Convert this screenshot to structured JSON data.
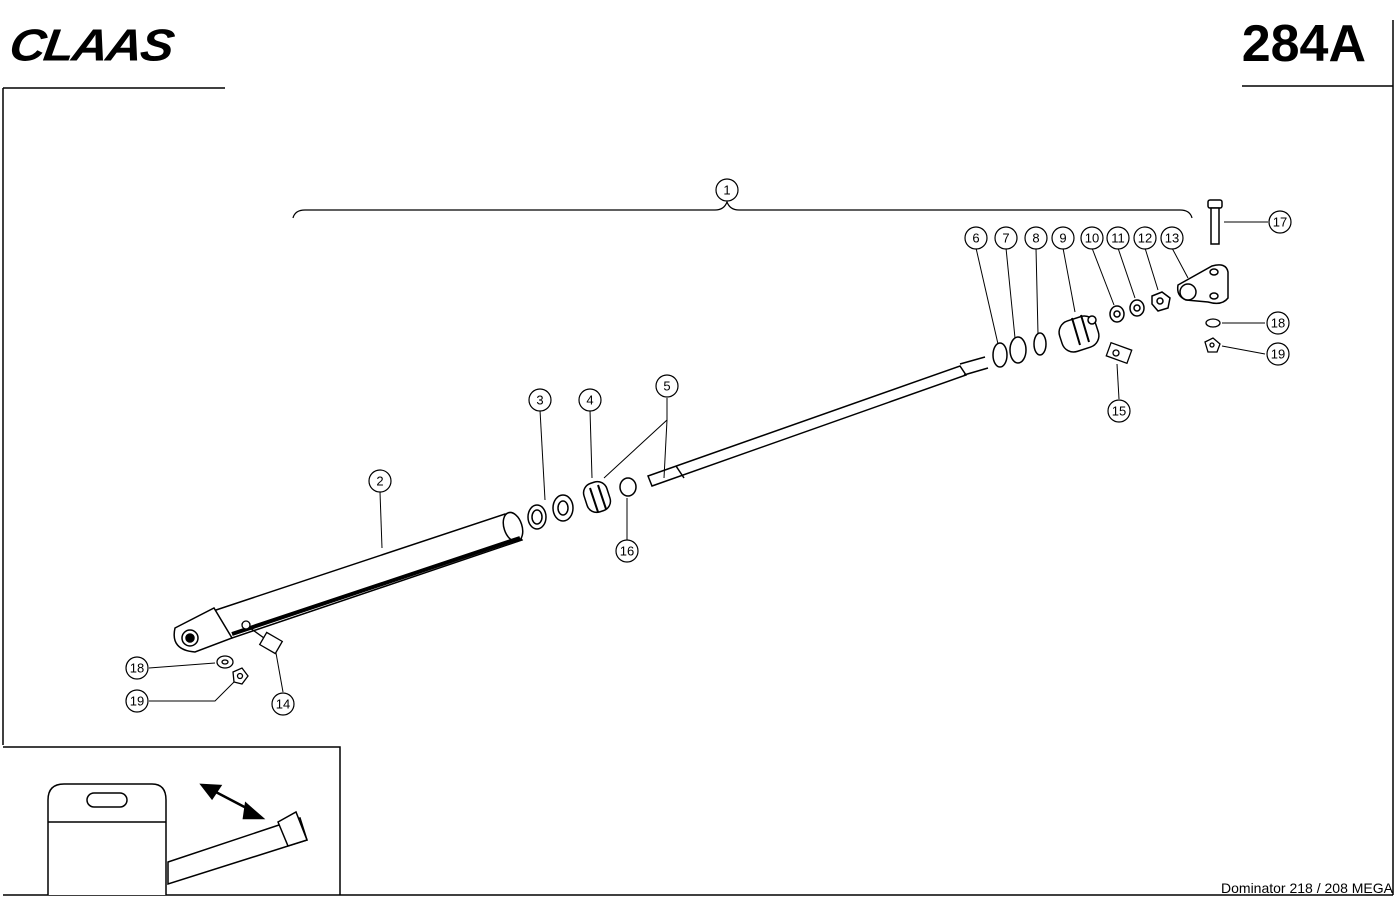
{
  "header": {
    "brand_logo": "CLAAS",
    "page_number": "284A"
  },
  "footer": {
    "model": "Dominator 218 / 208 MEGA"
  },
  "callouts": [
    {
      "num": "1"
    },
    {
      "num": "2"
    },
    {
      "num": "3"
    },
    {
      "num": "4"
    },
    {
      "num": "5"
    },
    {
      "num": "6"
    },
    {
      "num": "7"
    },
    {
      "num": "8"
    },
    {
      "num": "9"
    },
    {
      "num": "10"
    },
    {
      "num": "11"
    },
    {
      "num": "12"
    },
    {
      "num": "13"
    },
    {
      "num": "14"
    },
    {
      "num": "15"
    },
    {
      "num": "16"
    },
    {
      "num": "17"
    },
    {
      "num": "18"
    },
    {
      "num": "19"
    },
    {
      "num": "18"
    },
    {
      "num": "19"
    }
  ]
}
